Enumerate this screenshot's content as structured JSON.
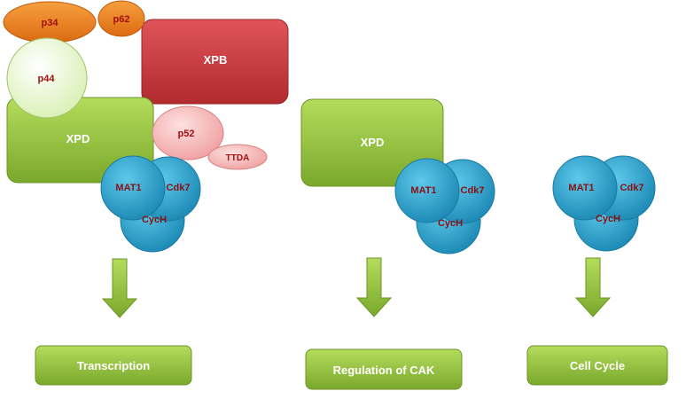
{
  "subunits": {
    "p34": "p34",
    "p62": "p62",
    "p44": "p44",
    "xpb": "XPB",
    "p52": "p52",
    "ttda": "TTDA",
    "xpd": "XPD",
    "mat1": "MAT1",
    "cdk7": "Cdk7",
    "cych": "CycH"
  },
  "outcomes": {
    "transcription": "Transcription",
    "regulation_of_cak": "Regulation of CAK",
    "cell_cycle": "Cell Cycle"
  },
  "colors": {
    "orange": "#e87a1a",
    "red": "#c8383a",
    "light_green": "#e8f7d0",
    "green": "#8cb83a",
    "pink": "#f4b0b0",
    "blue": "#2aa0c8",
    "arrow_green": "#8cb83a",
    "box_green": "#8cb83a"
  }
}
